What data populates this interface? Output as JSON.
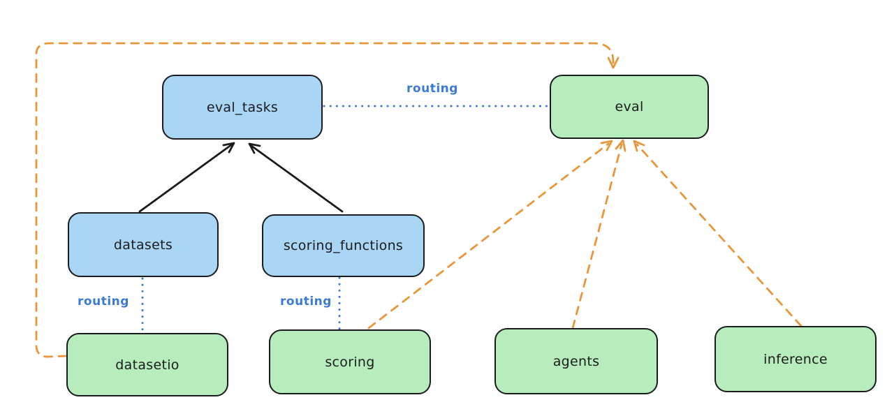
{
  "diagram": {
    "colors": {
      "background": "#ffffff",
      "node_border": "#1b1b1e",
      "blue_node_fill": "#a9d6f5",
      "green_node_fill": "#b7edbd",
      "routing_blue": "#3b7bd4",
      "arrow_black": "#1b1b1e",
      "arrow_orange": "#e8963a"
    },
    "nodes": {
      "eval_tasks": {
        "label": "eval_tasks",
        "fill": "#a9d6f5"
      },
      "eval": {
        "label": "eval",
        "fill": "#b7edbd"
      },
      "datasets": {
        "label": "datasets",
        "fill": "#a9d6f5"
      },
      "scoring_functions": {
        "label": "scoring_functions",
        "fill": "#a9d6f5"
      },
      "datasetio": {
        "label": "datasetio",
        "fill": "#b7edbd"
      },
      "scoring": {
        "label": "scoring",
        "fill": "#b7edbd"
      },
      "agents": {
        "label": "agents",
        "fill": "#b7edbd"
      },
      "inference": {
        "label": "inference",
        "fill": "#b7edbd"
      }
    },
    "edge_labels": {
      "eval_tasks_to_eval": "routing",
      "datasets_to_datasetio": "routing",
      "scoring_functions_to_scoring": "routing"
    },
    "edges": [
      {
        "from": "datasets",
        "to": "eval_tasks",
        "style": "solid-black-arrow"
      },
      {
        "from": "scoring_functions",
        "to": "eval_tasks",
        "style": "solid-black-arrow"
      },
      {
        "from": "eval_tasks",
        "to": "eval",
        "style": "dotted-blue",
        "label": "routing"
      },
      {
        "from": "datasets",
        "to": "datasetio",
        "style": "dotted-blue",
        "label": "routing"
      },
      {
        "from": "scoring_functions",
        "to": "scoring",
        "style": "dotted-blue",
        "label": "routing"
      },
      {
        "from": "datasetio",
        "to": "eval",
        "style": "dashed-orange-arrow"
      },
      {
        "from": "scoring",
        "to": "eval",
        "style": "dashed-orange-arrow"
      },
      {
        "from": "agents",
        "to": "eval",
        "style": "dashed-orange-arrow"
      },
      {
        "from": "inference",
        "to": "eval",
        "style": "dashed-orange-arrow"
      }
    ]
  }
}
